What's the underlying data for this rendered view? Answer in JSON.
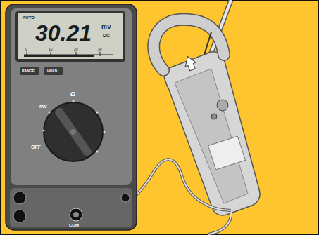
{
  "diagram": {
    "nodes": [
      {
        "text": [
          "AUTO",
          "30.21",
          "mV",
          "DC"
        ]
      },
      {
        "text": [
          "RANGE"
        ]
      },
      {
        "text": [
          "HOLD"
        ]
      }
    ],
    "labels": [
      "0",
      "10",
      "20",
      "30",
      "OFF",
      "mV",
      "Ω",
      "COM"
    ]
  }
}
